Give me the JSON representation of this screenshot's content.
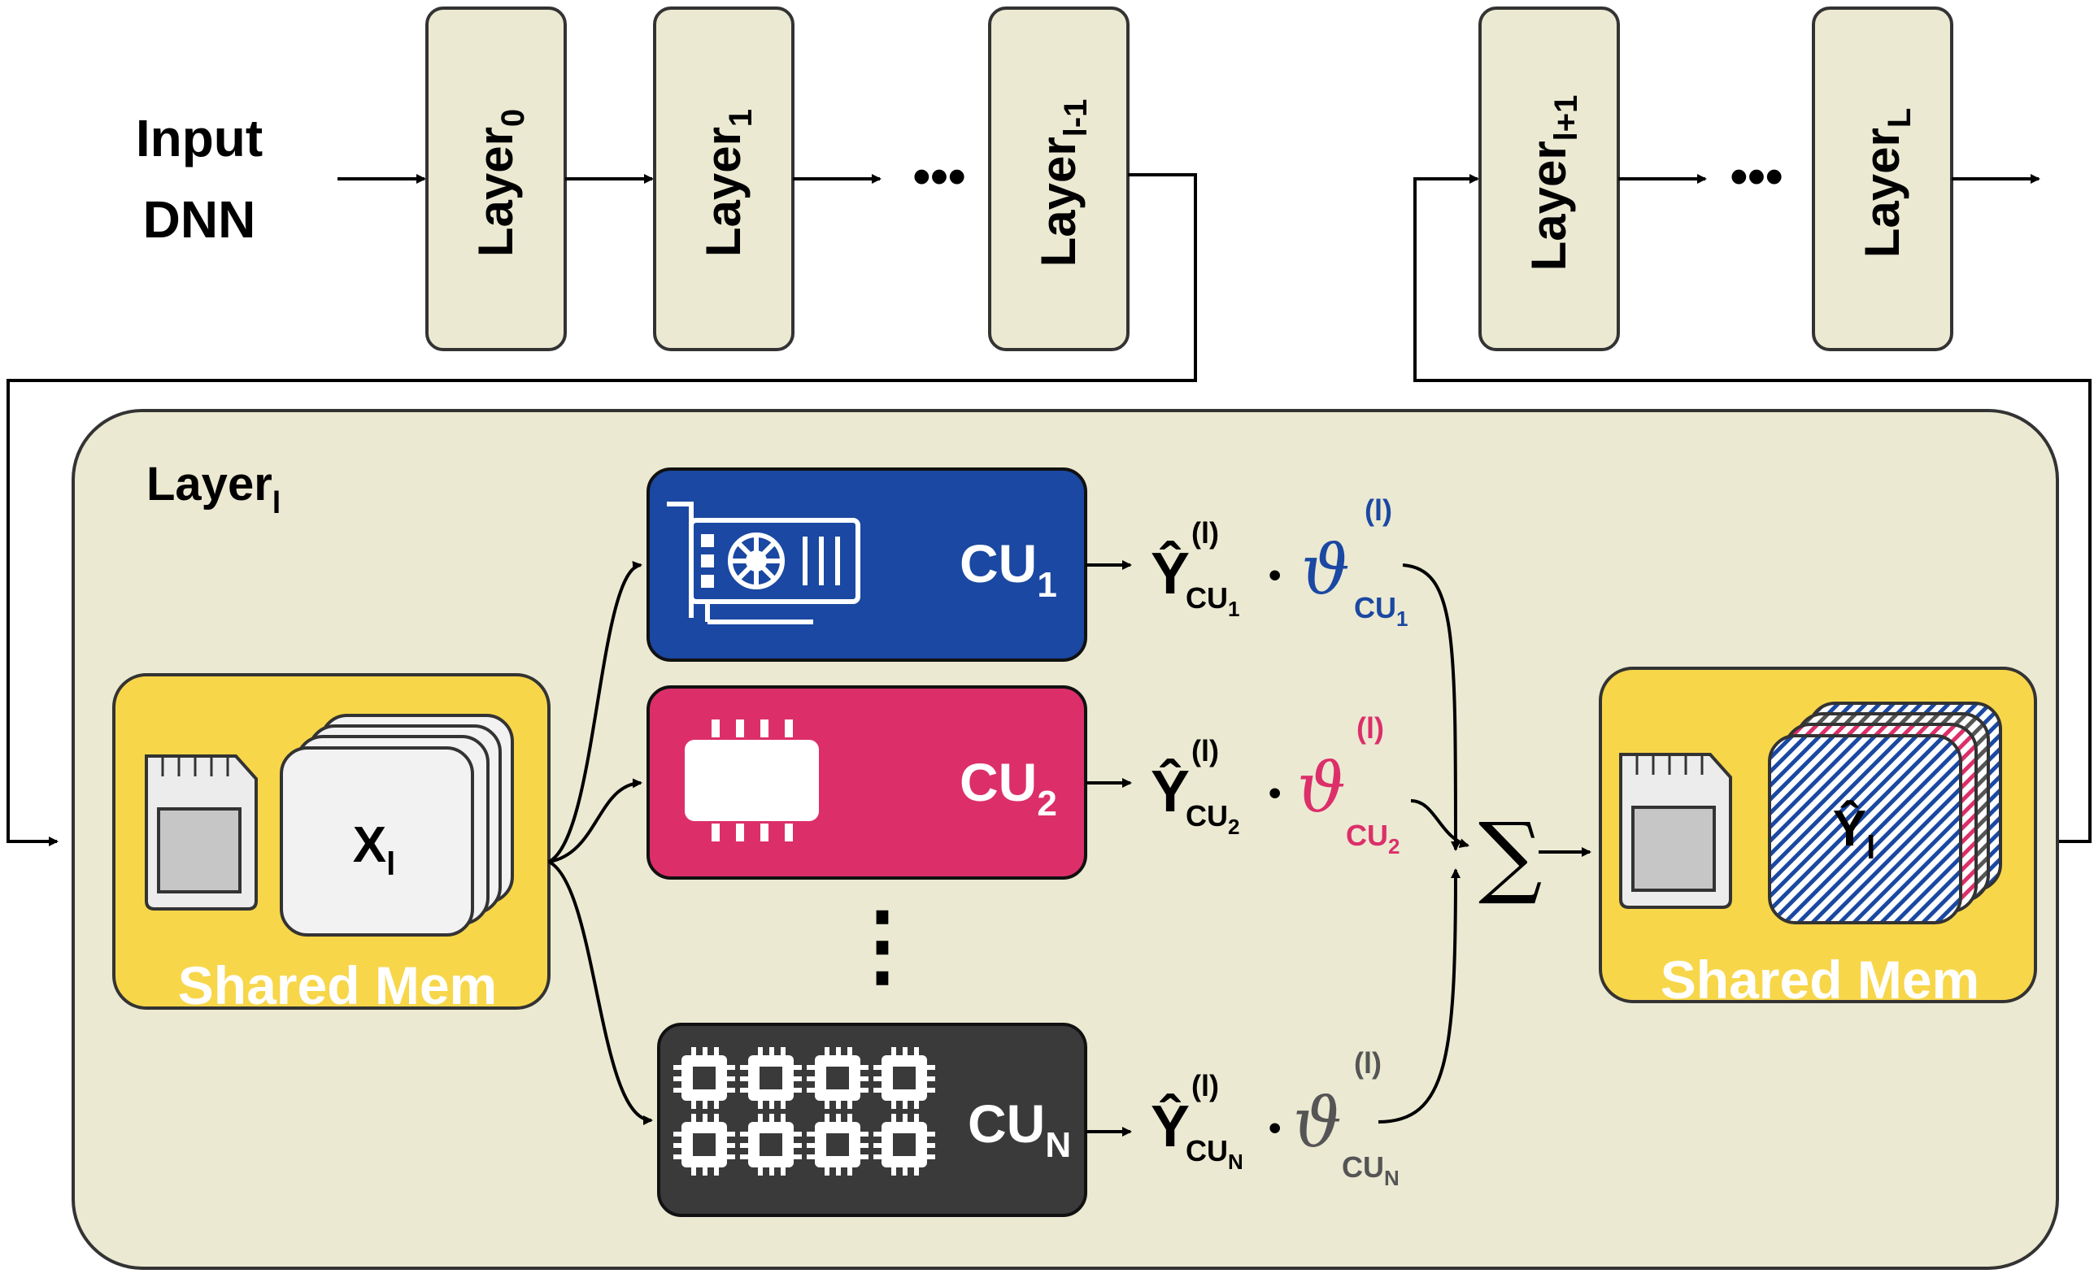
{
  "input": {
    "line1": "Input",
    "line2": "DNN"
  },
  "layers_top": [
    {
      "base": "Layer",
      "sub": "0"
    },
    {
      "base": "Layer",
      "sub": "1"
    },
    {
      "base": "Layer",
      "sub": "l-1"
    },
    {
      "base": "Layer",
      "sub": "l+1"
    },
    {
      "base": "Layer",
      "sub": "L"
    }
  ],
  "ellipsis": "•••",
  "current_layer": {
    "base": "Layer",
    "sub": "l"
  },
  "input_mem": {
    "label": "Shared Mem",
    "tensor_base": "X",
    "tensor_sub": "l"
  },
  "output_mem": {
    "label": "Shared Mem",
    "tensor_base": "Ŷ",
    "tensor_sub": "l"
  },
  "compute_units": [
    {
      "base": "CU",
      "sub": "1",
      "color": "#1a48a2",
      "weight_color": "#1a48a2",
      "icon": "gpu-icon"
    },
    {
      "base": "CU",
      "sub": "2",
      "color": "#dc2f6a",
      "weight_color": "#dc2f6a",
      "icon": "memory-chip-icon"
    },
    {
      "base": "CU",
      "sub": "N",
      "color": "#3a3a3a",
      "weight_color": "#555555",
      "icon": "multicore-cpu-icon"
    }
  ],
  "outputs": [
    {
      "y": "Ŷ",
      "sup": "(l)",
      "sub_base": "CU",
      "sub_idx": "1",
      "dot": "•",
      "theta": "ϑ",
      "theta_sup": "(l)"
    },
    {
      "y": "Ŷ",
      "sup": "(l)",
      "sub_base": "CU",
      "sub_idx": "2",
      "dot": "•",
      "theta": "ϑ",
      "theta_sup": "(l)"
    },
    {
      "y": "Ŷ",
      "sup": "(l)",
      "sub_base": "CU",
      "sub_idx": "N",
      "dot": "•",
      "theta": "ϑ",
      "theta_sup": "(l)"
    }
  ],
  "vertical_ellipsis": "⋮",
  "sum": "∑",
  "colors": {
    "layer_fill": "#ebe9d2",
    "mem_fill": "#f7d64a",
    "panel_fill": "#ebe9d2"
  }
}
